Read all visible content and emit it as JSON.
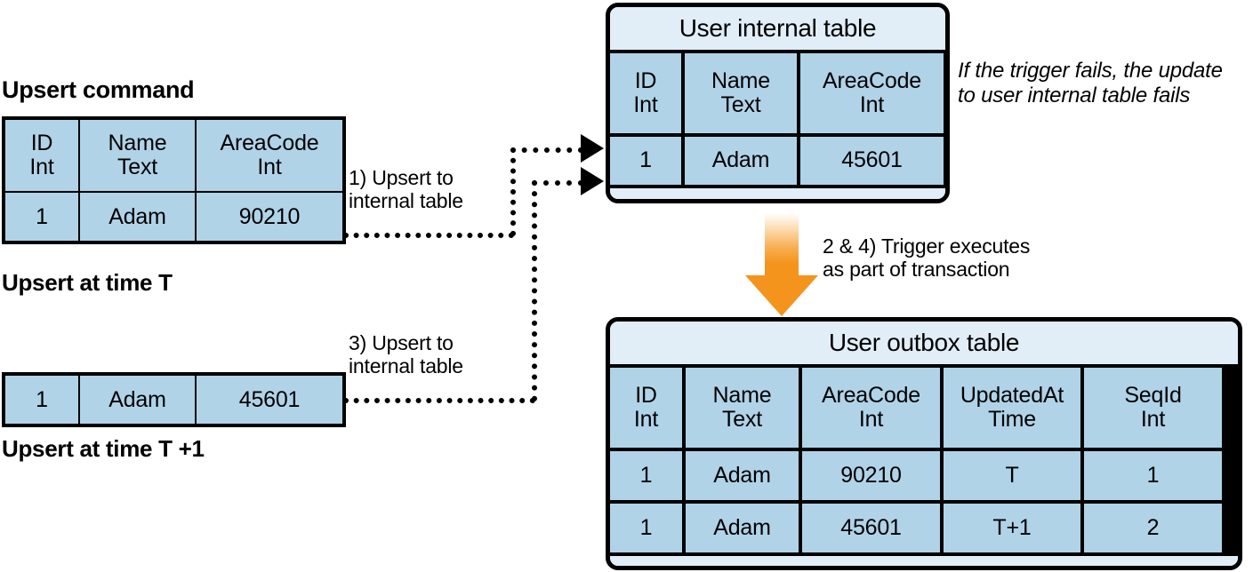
{
  "left": {
    "title": "Upsert command",
    "table_t": {
      "header": [
        {
          "name": "ID",
          "type": "Int"
        },
        {
          "name": "Name",
          "type": "Text"
        },
        {
          "name": "AreaCode",
          "type": "Int"
        }
      ],
      "row": [
        "1",
        "Adam",
        "90210"
      ],
      "caption": "Upsert at time T"
    },
    "table_t1": {
      "row": [
        "1",
        "Adam",
        "45601"
      ],
      "caption": "Upsert at time T +1"
    }
  },
  "labels": {
    "step1": "1) Upsert to\ninternal table",
    "step1_line1": "1) Upsert to",
    "step1_line2": "internal table",
    "step3_line1": "3) Upsert to",
    "step3_line2": "internal table",
    "trigger_line1": "2 & 4) Trigger executes",
    "trigger_line2": "as part of transaction",
    "failure_line1": "If the trigger fails, the update",
    "failure_line2": "to user internal table fails"
  },
  "internal_table": {
    "title": "User internal table",
    "header": [
      {
        "name": "ID",
        "type": "Int"
      },
      {
        "name": "Name",
        "type": "Text"
      },
      {
        "name": "AreaCode",
        "type": "Int"
      }
    ],
    "rows": [
      [
        "1",
        "Adam",
        "45601"
      ]
    ]
  },
  "outbox_table": {
    "title": "User outbox table",
    "header": [
      {
        "name": "ID",
        "type": "Int"
      },
      {
        "name": "Name",
        "type": "Text"
      },
      {
        "name": "AreaCode",
        "type": "Int"
      },
      {
        "name": "UpdatedAt",
        "type": "Time"
      },
      {
        "name": "SeqId",
        "type": "Int"
      }
    ],
    "rows": [
      [
        "1",
        "Adam",
        "90210",
        "T",
        "1"
      ],
      [
        "1",
        "Adam",
        "45601",
        "T+1",
        "2"
      ]
    ]
  },
  "colors": {
    "cell_blue": "#b0d3e8",
    "header_blue": "#e1eef8",
    "arrow_orange": "#f4941d",
    "outline": "#000000",
    "background": "#ffffff"
  }
}
